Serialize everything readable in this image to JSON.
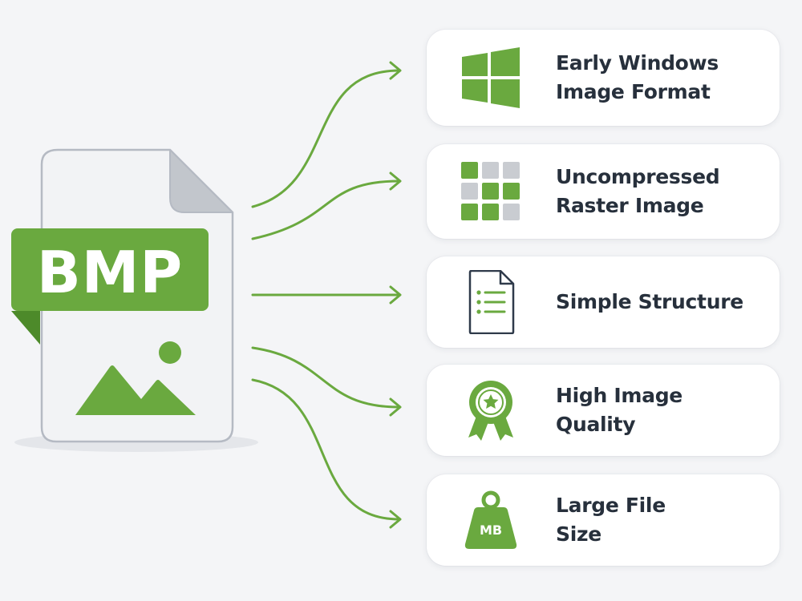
{
  "colors": {
    "accent": "#6aa93f",
    "accent_dark": "#4d8a2a",
    "text": "#27303c",
    "background": "#f4f5f7",
    "card": "#ffffff",
    "file_body": "#f2f3f5",
    "file_outline": "#b5bac3",
    "tile_grey": "#c9ccd1"
  },
  "file": {
    "badge": "BMP",
    "icons": [
      "document-icon",
      "landscape-image-icon"
    ]
  },
  "features": [
    {
      "icon": "windows-logo-icon",
      "lines": [
        "Early Windows",
        "Image Format"
      ]
    },
    {
      "icon": "pixel-grid-icon",
      "lines": [
        "Uncompressed",
        "Raster Image"
      ]
    },
    {
      "icon": "document-list-icon",
      "lines": [
        "Simple Structure"
      ]
    },
    {
      "icon": "award-ribbon-icon",
      "lines": [
        "High Image",
        "Quality"
      ]
    },
    {
      "icon": "weight-icon",
      "lines": [
        "Large File",
        "Size"
      ],
      "icon_text": "MB"
    }
  ]
}
